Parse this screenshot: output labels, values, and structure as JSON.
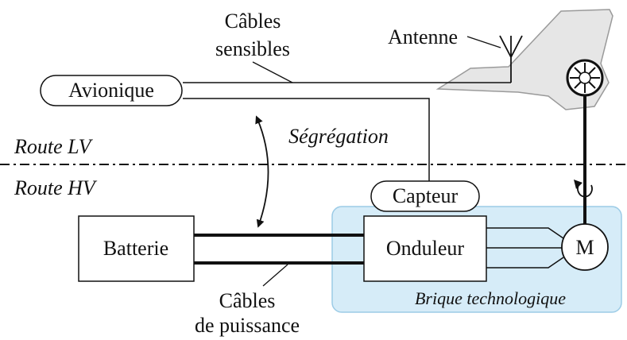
{
  "labels": {
    "cables_sensibles_line1": "Câbles",
    "cables_sensibles_line2": "sensibles",
    "antenne": "Antenne",
    "avionique": "Avionique",
    "segregation": "Ségrégation",
    "route_lv": "Route LV",
    "route_hv": "Route HV",
    "capteur": "Capteur",
    "batterie": "Batterie",
    "onduleur": "Onduleur",
    "moteur": "M",
    "brique": "Brique technologique",
    "cables_puissance_line1": "Câbles",
    "cables_puissance_line2": "de puissance"
  },
  "colors": {
    "line": "#111111",
    "brique_fill": "#d6ecf8",
    "brique_stroke": "#9ccbe6",
    "aircraft_fill": "#e6e6e6",
    "aircraft_stroke": "#9a9a9a"
  }
}
